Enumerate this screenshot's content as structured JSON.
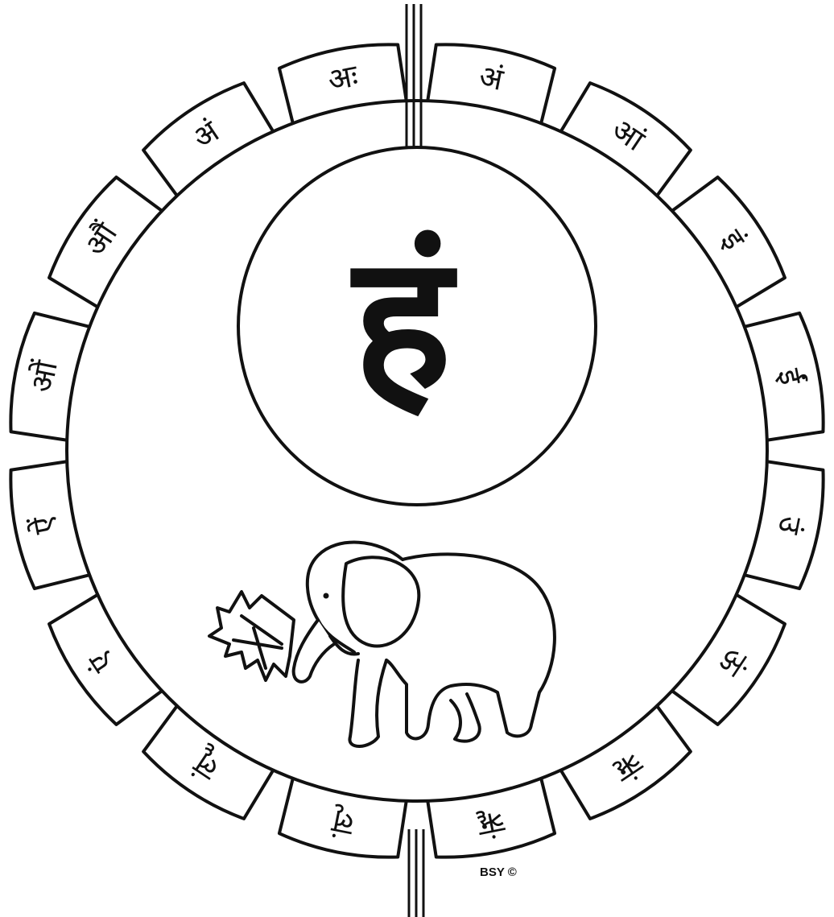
{
  "colors": {
    "ink": "#111111",
    "paper": "#ffffff"
  },
  "bija_mantra": "हं",
  "petals": [
    {
      "syllable": "अं"
    },
    {
      "syllable": "आं"
    },
    {
      "syllable": "इं"
    },
    {
      "syllable": "ईं"
    },
    {
      "syllable": "उं"
    },
    {
      "syllable": "ऊं"
    },
    {
      "syllable": "ऋं"
    },
    {
      "syllable": "ॠं"
    },
    {
      "syllable": "लृं"
    },
    {
      "syllable": "लॄं"
    },
    {
      "syllable": "एं"
    },
    {
      "syllable": "ऐं"
    },
    {
      "syllable": "ओं"
    },
    {
      "syllable": "औं"
    },
    {
      "syllable": "अं"
    },
    {
      "syllable": "अः"
    }
  ],
  "animal_icon": "elephant-icon",
  "copyright": "BSY ©"
}
